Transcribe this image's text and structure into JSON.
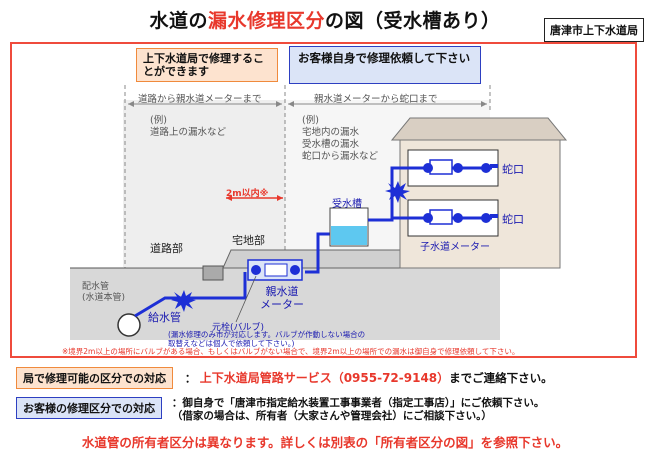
{
  "title": {
    "prefix": "水道の",
    "highlight": "漏水修理区分",
    "suffix": "の図（受水槽あり）"
  },
  "org": "唐津市上下水道局",
  "header": {
    "orange_text": "上下水道局で修理することができます",
    "blue_text": "お客様自身で修理依頼して下さい"
  },
  "ranges": {
    "left": "道路から親水道メーターまで",
    "right": "親水道メーターから蛇口まで"
  },
  "examples": {
    "left_title": "(例)",
    "left_line1": "道路上の漏水など",
    "right_title": "(例)",
    "right_line1": "宅地内の漏水",
    "right_line2": "受水槽の漏水",
    "right_line3": "蛇口から漏水など"
  },
  "labels": {
    "within2m": "2m以内※",
    "road": "道路部",
    "residential": "宅地部",
    "main_pipe": "配水管",
    "main_pipe_sub": "(水道本管)",
    "service_pipe": "給水管",
    "parent_meter": "親水道",
    "parent_meter2": "メーター",
    "main_valve": "元栓(バルブ)",
    "valve_note1": "(漏水修理のみ市が対応します。バルブが作動しない場合の",
    "valve_note2": "取替えなどは個人で依頼して下さい。)",
    "tank": "受水槽",
    "faucet1": "蛇口",
    "faucet2": "蛇口",
    "child_meter": "子水道メーター"
  },
  "footnote": "※境界2m以上の場所にバルブがある場合、もしくはバルブがない場合で、境界2m以上の場所での漏水は御自身で修理依頼して下さい。",
  "legend": {
    "orange_key": "局で修理可能の区分での対応",
    "orange_colon": "：",
    "orange_service": "上下水道局管路サービス（0955-72-9148）",
    "orange_tail": "までご連絡下さい。",
    "blue_key": "お客様の修理区分での対応",
    "blue_line1": "：御自身で「唐津市指定給水装置工事事業者（指定工事店）」にご依頼下さい。",
    "blue_line2": "（借家の場合は、所有者（大家さんや管理会社）にご相談下さい。）"
  },
  "bottom_note": "水道管の所有者区分は異なります。詳しくは別表の「所有者区分の図」を参照下さい。",
  "colors": {
    "red": "#e8382c",
    "pipe_blue": "#1d2fd6",
    "orange": "#f08a3c",
    "navy": "#2d3fc1",
    "ground": "#d8d8d8"
  }
}
